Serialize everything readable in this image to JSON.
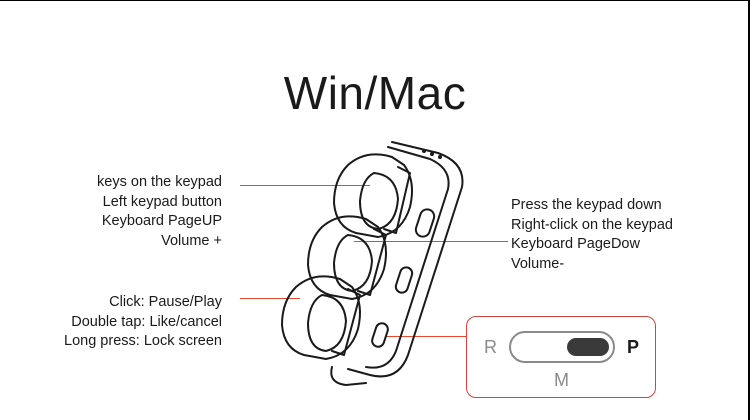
{
  "title": "Win/Mac",
  "left_top_labels": [
    "keys on the keypad",
    "Left keypad button",
    "Keyboard PageUP",
    "Volume +"
  ],
  "left_bottom_labels": [
    "Click: Pause/Play",
    "Double tap: Like/cancel",
    "Long press: Lock screen"
  ],
  "right_labels": [
    "Press the keypad down",
    "Right-click on the keypad",
    "Keyboard PageDow",
    "Volume-"
  ],
  "mode_switch": {
    "left_label": "R",
    "right_label": "P",
    "bottom_label": "M",
    "selected": "P"
  },
  "colors": {
    "accent": "#e8482f",
    "text": "#1a1a1a",
    "muted": "#8a8a8a"
  }
}
